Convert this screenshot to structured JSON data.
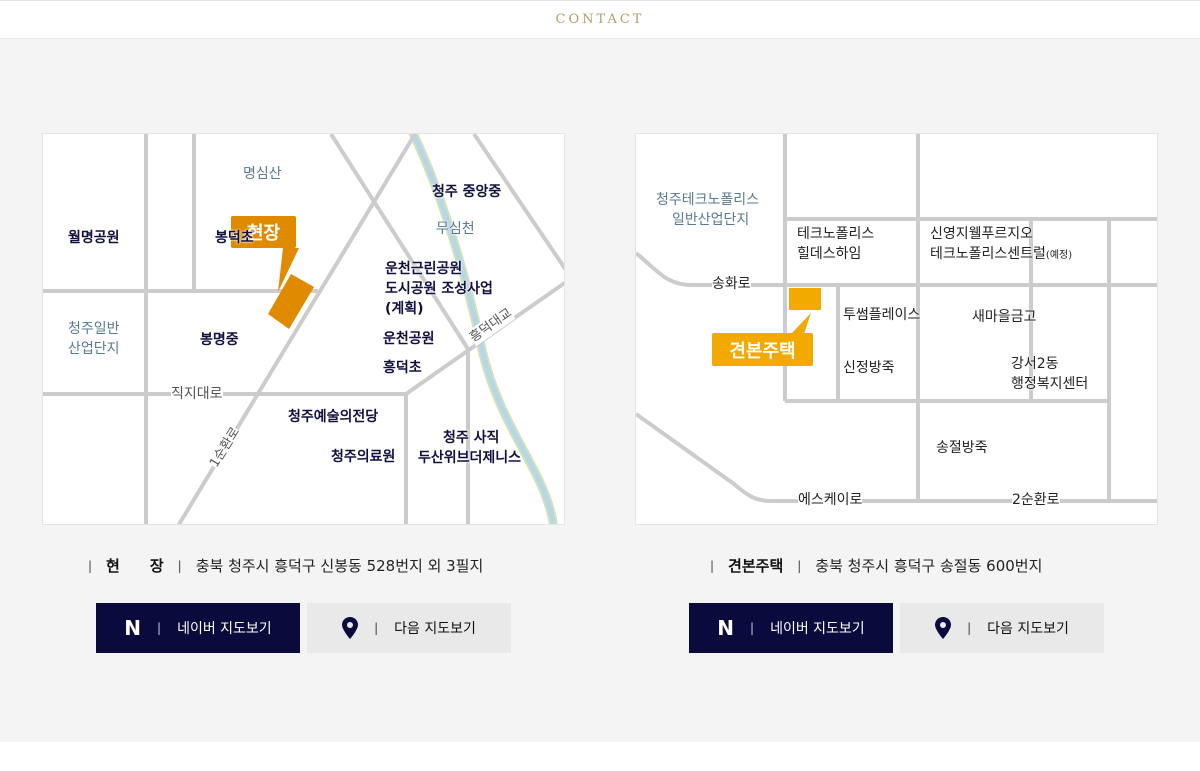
{
  "header": {
    "title": "CONTACT"
  },
  "site": {
    "callout": "현장",
    "labels": {
      "myeongsimsan": "명심산",
      "wolmyeong": "월명공원",
      "bongdeokcho": "봉덕초",
      "cheongju_ind1": "청주일반",
      "cheongju_ind2": "산업단지",
      "bongmyeong": "봉명중",
      "jungang": "청주 중앙중",
      "musimcheon": "무심천",
      "uncheon1": "운천근린공원",
      "uncheon2": "도시공원 조성사업",
      "uncheon3": "(계획)",
      "uncheonpark": "운천공원",
      "heungdeokcho": "흥덕초",
      "jikjidaero": "직지대로",
      "sunhwan1": "1순환로",
      "heungdeokdaegyo": "흥덕대교",
      "arts": "청주예술의전당",
      "medical": "청주의료원",
      "sajik1": "청주 사직",
      "sajik2": "두산위브더제니스"
    },
    "info": {
      "title": "현　　장",
      "address": "충북 청주시 흥덕구 신봉동 528번지 외 3필지"
    },
    "buttons": {
      "naver_icon": "N",
      "naver": "네이버 지도보기",
      "daum": "다음 지도보기"
    }
  },
  "model": {
    "callout": "견본주택",
    "labels": {
      "techno1": "청주테크노폴리스",
      "techno2": "일반산업단지",
      "hill1": "테크노폴리스",
      "hill2": "힐데스하임",
      "sy1": "신영지웰푸르지오",
      "sy2": "테크노폴리스센트럴",
      "sy2_note": "(예정)",
      "songhwaro": "송화로",
      "twosome": "투썸플레이스",
      "saemaul": "새마을금고",
      "sinjeong": "신정방죽",
      "gangseo1": "강서2동",
      "gangseo2": "행정복지센터",
      "songjeol": "송절방죽",
      "sk": "에스케이로",
      "sunhwan2": "2순환로"
    },
    "info": {
      "title": "견본주택",
      "address": "충북 청주시 흥덕구 송절동 600번지"
    },
    "buttons": {
      "naver_icon": "N",
      "naver": "네이버 지도보기",
      "daum": "다음 지도보기"
    }
  },
  "colors": {
    "site": "#e08a00",
    "model": "#f2a900",
    "naver": "#0a0a3c",
    "road": "#cccccc"
  }
}
